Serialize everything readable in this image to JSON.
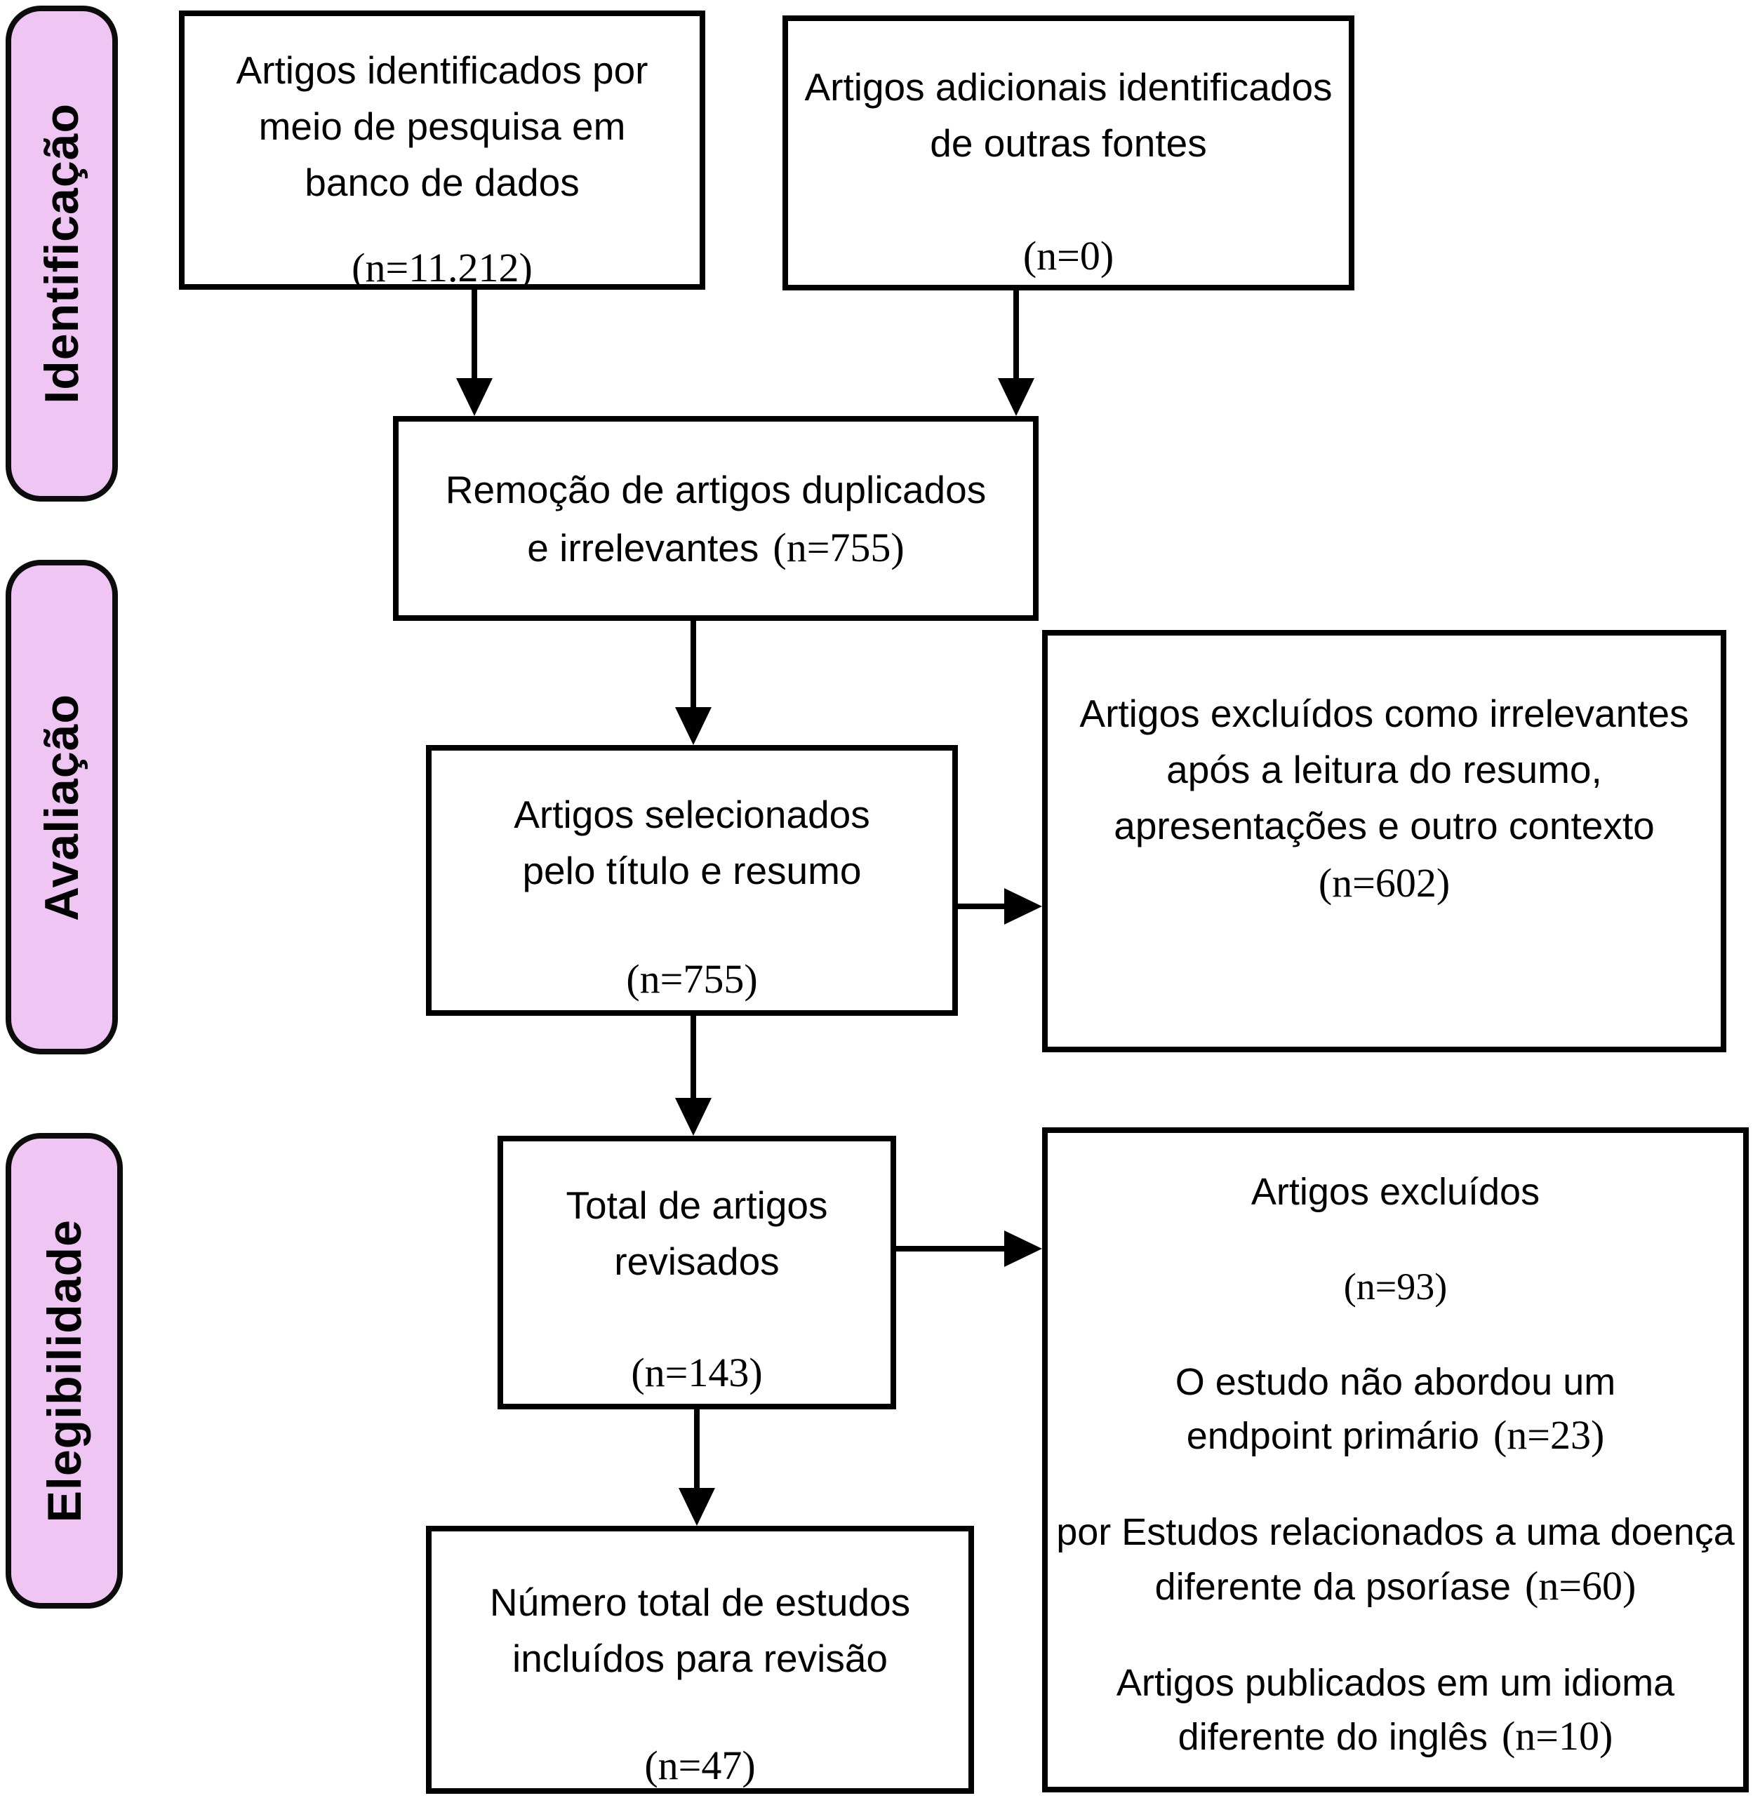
{
  "figure": {
    "type": "prisma-flow-diagram",
    "language": "pt"
  },
  "colors": {
    "stage_fill": "#efc6f3",
    "stage_border": "#0c0c0c",
    "box_border": "#000000",
    "arrow": "#000000",
    "background": "#ffffff"
  },
  "stages": [
    {
      "label": "Identificação"
    },
    {
      "label": "Avaliação"
    },
    {
      "label": "Elegibilidade"
    }
  ],
  "boxes": {
    "db_search": {
      "lines": [
        "Artigos identificados por",
        "meio de pesquisa em",
        "banco de dados"
      ],
      "count": "(n=11.212)"
    },
    "other_sources": {
      "lines": [
        "Artigos adicionais identificados",
        "de outras fontes"
      ],
      "count": "(n=0)"
    },
    "dedup": {
      "line1": "Remoção de artigos duplicados",
      "line2": "e irrelevantes",
      "count": "(n=755)"
    },
    "title_abstract": {
      "lines": [
        "Artigos selecionados",
        "pelo título e resumo"
      ],
      "count": "(n=755)"
    },
    "excluded_abstract": {
      "lines": [
        "Artigos excluídos como irrelevantes",
        "após a leitura do resumo,",
        "apresentações e outro contexto"
      ],
      "count": "(n=602)"
    },
    "reviewed": {
      "lines": [
        "Total de artigos",
        "revisados"
      ],
      "count": "(n=143)"
    },
    "excluded_review": {
      "title": "Artigos excluídos",
      "count": "(n=93)",
      "reasons": [
        {
          "line1": "O estudo não abordou um",
          "line2": "endpoint primário",
          "count": "(n=23)"
        },
        {
          "line1": "por Estudos relacionados a uma doença",
          "line2": "diferente da psoríase",
          "count": "(n=60)"
        },
        {
          "line1": "Artigos publicados em um idioma",
          "line2": "diferente do inglês",
          "count": "(n=10)"
        }
      ]
    },
    "included": {
      "lines": [
        "Número total de estudos",
        "incluídos para revisão"
      ],
      "count": "(n=47)"
    }
  }
}
